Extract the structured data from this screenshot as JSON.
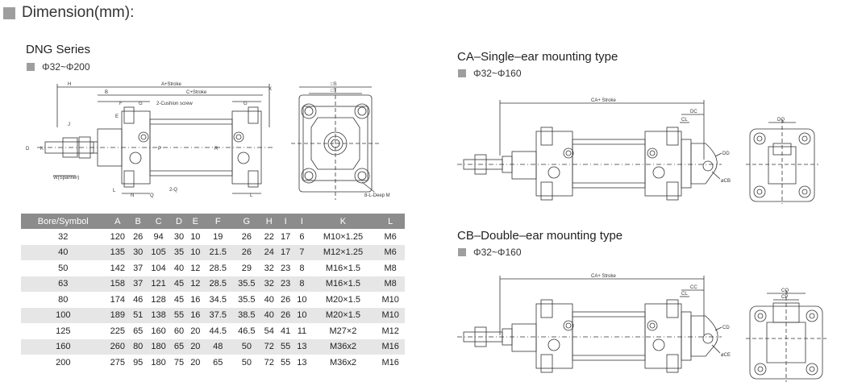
{
  "header": {
    "title": "Dimension(mm):"
  },
  "dng": {
    "title": "DNG Series",
    "range": "Φ32~Φ200",
    "labels": {
      "h": "H",
      "a_stroke": "A+Stroke",
      "x": "X",
      "b": "B",
      "c_stroke": "C+Stroke",
      "f": "F",
      "g": "G",
      "g2": "G",
      "e": "E",
      "cushion": "2-Cushion screw",
      "j": "J",
      "w": "W(Spanner)",
      "n": "N",
      "q1": "Q",
      "q2": "2-Q",
      "d": "D",
      "k": "K",
      "p": "P",
      "r": "R",
      "l1": "L",
      "l2": "L",
      "s": "□S",
      "t": "□T",
      "deep": "8-L-Deep M"
    }
  },
  "table": {
    "headers": [
      "Bore/Symbol",
      "A",
      "B",
      "C",
      "D",
      "E",
      "F",
      "G",
      "H",
      "I",
      "I",
      "K",
      "L"
    ],
    "rows": [
      [
        "32",
        "120",
        "26",
        "94",
        "30",
        "10",
        "19",
        "26",
        "22",
        "17",
        "6",
        "M10×1.25",
        "M6"
      ],
      [
        "40",
        "135",
        "30",
        "105",
        "35",
        "10",
        "21.5",
        "26",
        "24",
        "17",
        "7",
        "M12×1.25",
        "M6"
      ],
      [
        "50",
        "142",
        "37",
        "104",
        "40",
        "12",
        "28.5",
        "29",
        "32",
        "23",
        "8",
        "M16×1.5",
        "M8"
      ],
      [
        "63",
        "158",
        "37",
        "121",
        "45",
        "12",
        "28.5",
        "35.5",
        "32",
        "23",
        "8",
        "M16×1.5",
        "M8"
      ],
      [
        "80",
        "174",
        "46",
        "128",
        "45",
        "16",
        "34.5",
        "35.5",
        "40",
        "26",
        "10",
        "M20×1.5",
        "M10"
      ],
      [
        "100",
        "189",
        "51",
        "138",
        "55",
        "16",
        "37.5",
        "38.5",
        "40",
        "26",
        "10",
        "M20×1.5",
        "M10"
      ],
      [
        "125",
        "225",
        "65",
        "160",
        "60",
        "20",
        "44.5",
        "46.5",
        "54",
        "41",
        "11",
        "M27×2",
        "M12"
      ],
      [
        "160",
        "260",
        "80",
        "180",
        "65",
        "20",
        "48",
        "50",
        "72",
        "55",
        "13",
        "M36x2",
        "M16"
      ],
      [
        "200",
        "275",
        "95",
        "180",
        "75",
        "20",
        "65",
        "50",
        "72",
        "55",
        "13",
        "M36x2",
        "M16"
      ]
    ]
  },
  "ca": {
    "title": "CA–Single–ear mounting type",
    "range": "Φ32~Φ160",
    "labels": {
      "stroke": "CA+ Stroke",
      "dc": "DC",
      "cl": "CL",
      "dd": "DD",
      "cb": "øCB",
      "dq": "DQ"
    }
  },
  "cb": {
    "title": "CB–Double–ear mounting type",
    "range": "Φ32~Φ160",
    "labels": {
      "stroke": "CA+ Stroke",
      "cc": "CC",
      "cl": "CL",
      "cd": "CD",
      "ce": "øCE",
      "cq": "CQ",
      "cp": "CP"
    }
  }
}
